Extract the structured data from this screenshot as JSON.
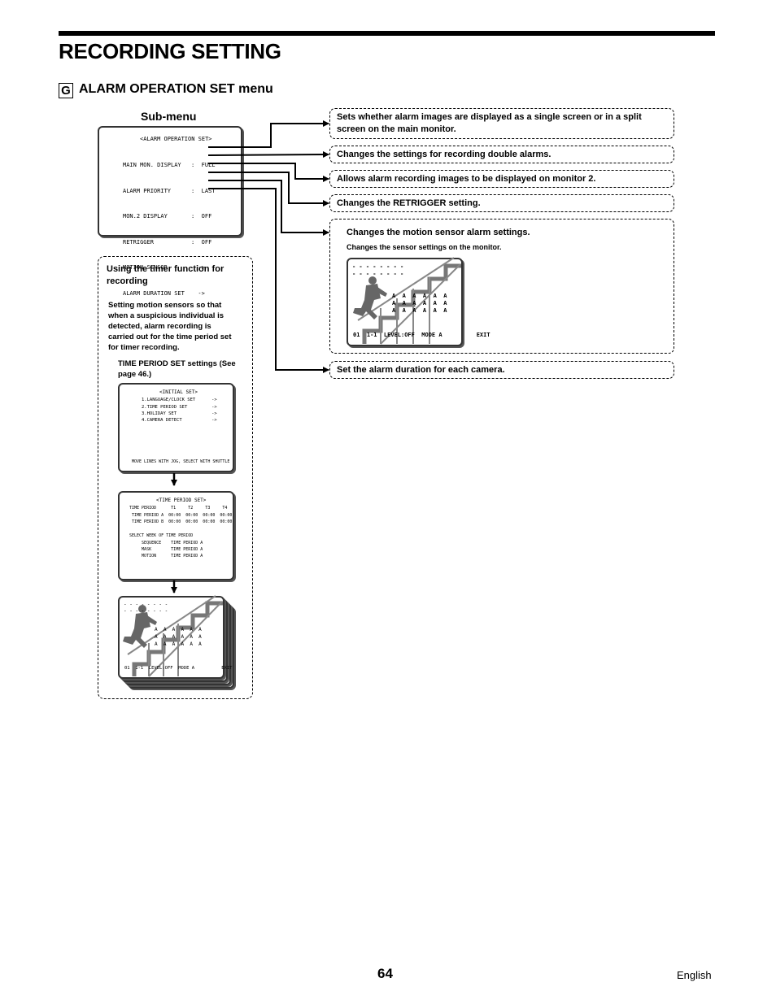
{
  "header": {
    "title": "RECORDING SETTING",
    "section_letter": "G",
    "section_title": "ALARM OPERATION SET menu"
  },
  "submenu": {
    "label": "Sub-menu",
    "screen_title": "<ALARM OPERATION SET>",
    "items": [
      {
        "name": "MAIN MON. DISPLAY",
        "value": ":  FULL"
      },
      {
        "name": "ALARM PRIORITY",
        "value": ":  LAST"
      },
      {
        "name": "MON.2 DISPLAY",
        "value": ":  OFF"
      },
      {
        "name": "RETRIGGER",
        "value": ":  OFF"
      },
      {
        "name": "MOTION SENSOR",
        "value": "  ->"
      },
      {
        "name": "ALARM DURATION SET",
        "value": "  ->"
      }
    ]
  },
  "callouts": {
    "main_mon": "Sets whether alarm images are displayed as a single screen or in a split screen on the main monitor.",
    "priority": "Changes the settings for recording double alarms.",
    "mon2": "Allows alarm recording images to be displayed on monitor 2.",
    "retrigger": "Changes the RETRIGGER setting.",
    "motion_title": "Changes the motion sensor alarm settings.",
    "motion_sub": "Changes the sensor settings on the monitor.",
    "duration": "Set the alarm duration for each camera."
  },
  "motion_screen": {
    "dashes_1": "- - - - - - - -",
    "dashes_2": "- - - - - - - -",
    "grid_1": "A  A  A  A  A  A",
    "grid_2": "A  A  A  A  A  A",
    "grid_3": "A  A  A  A  A  A",
    "status": "01  1-1  LEVEL:OFF  MODE A          EXIT"
  },
  "timer": {
    "heading": "Using the timer function for recording",
    "body": "Setting motion sensors so that when a suspicious individual is detected, alarm recording is carried out for the time period set for timer recording.",
    "tp_heading": "TIME PERIOD SET settings (See page 46.)",
    "initial_screen": {
      "title": "<INITIAL SET>",
      "items": [
        "1.LANGUAGE/CLOCK SET      ->",
        "2.TIME PERIOD SET         ->",
        "3.HOLIDAY SET             ->",
        "4.CAMERA DETECT           ->"
      ],
      "footer": "MOVE LINES WITH JOG, SELECT WITH SHUTTLE"
    },
    "tp_screen": {
      "title": "<TIME PERIOD SET>",
      "lines": [
        "TIME PERIOD      T1     T2     T3     T4",
        " TIME PERIOD A  00:00  00:00  00:00  00:00",
        " TIME PERIOD B  00:00  00:00  00:00  00:00",
        "",
        "SELECT WEEK OF TIME PERIOD",
        "     SEQUENCE    TIME PERIOD A",
        "     MASK        TIME PERIOD A",
        "     MOTION      TIME PERIOD A"
      ]
    },
    "stack_screen": {
      "dashes_1": "- - - - - - - -",
      "dashes_2": "- - - - - - - -",
      "grid_1": "A  A  A  A  A  A",
      "grid_2": "A  A  A  A  A  A",
      "grid_3": "A  A  A  A  A  A",
      "status": "01  1-1  LEVEL:OFF  MODE A          EXIT"
    }
  },
  "footer": {
    "page_number": "64",
    "language": "English"
  }
}
